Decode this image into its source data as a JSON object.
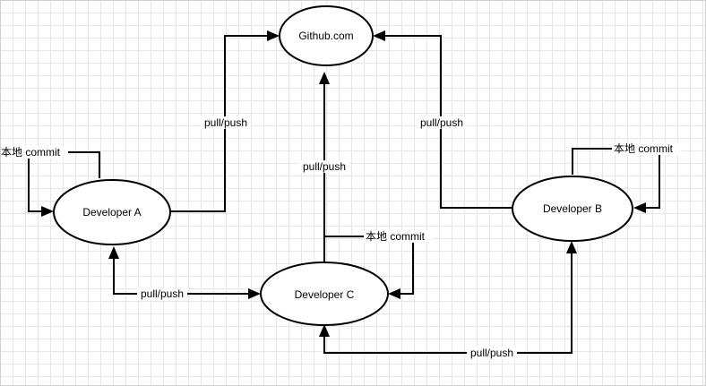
{
  "nodes": {
    "github": "Github.com",
    "dev_a": "Developer A",
    "dev_b": "Developer B",
    "dev_c": "Developer C"
  },
  "edge_labels": {
    "a_github": "pull/push",
    "c_github": "pull/push",
    "b_github": "pull/push",
    "a_c": "pull/push",
    "c_b": "pull/push",
    "a_local": "本地 commit",
    "b_local": "本地 commit",
    "c_local": "本地 commit"
  },
  "colors": {
    "stroke": "#000000",
    "grid": "#e6e6e6",
    "background": "#ffffff"
  }
}
